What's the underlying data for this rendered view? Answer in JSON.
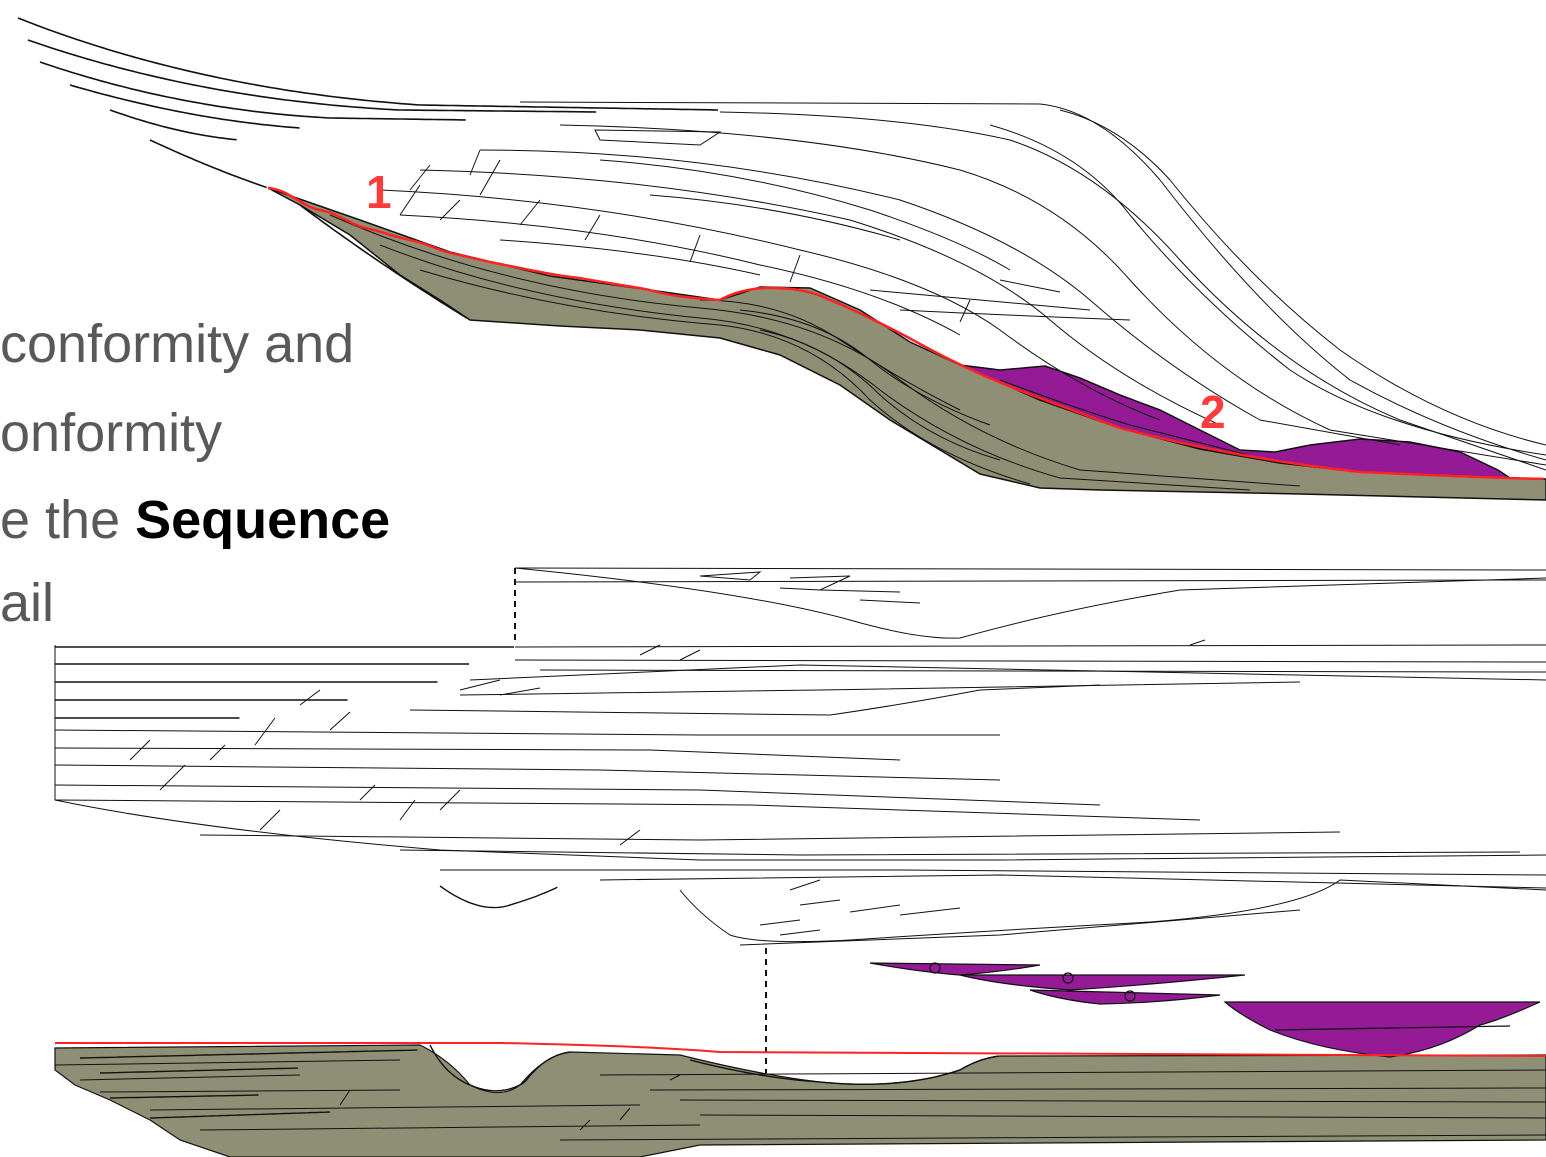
{
  "slide": {
    "text_lines": [
      {
        "prefix": "conformity and",
        "bold": ""
      },
      {
        "prefix": "onformity",
        "bold": ""
      },
      {
        "prefix": "e the ",
        "bold": "Sequence"
      },
      {
        "prefix": "ail",
        "bold": ""
      }
    ]
  },
  "diagram": {
    "labels": {
      "marker_1": "1",
      "marker_2": "2"
    },
    "colors": {
      "background": "#ffffff",
      "strata_lines": "#111111",
      "older_sequence_fill": "#8f8f75",
      "basin_floor_fan_fill": "#941a96",
      "sequence_boundary": "#ff2222",
      "marker_text": "#ff3b3b",
      "body_text": "#595959",
      "bold_text": "#000000"
    }
  }
}
